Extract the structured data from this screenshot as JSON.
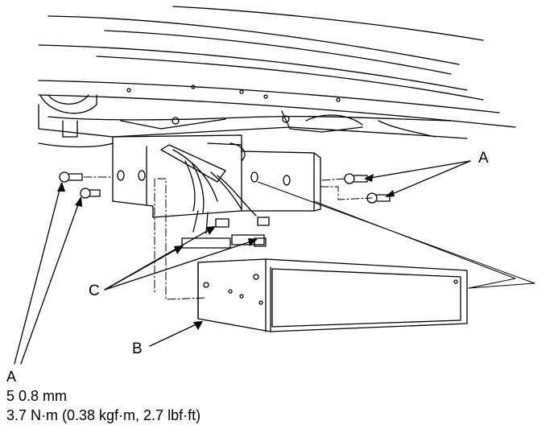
{
  "callouts": {
    "a_right": "A",
    "b": "B",
    "c": "C"
  },
  "spec": {
    "label": "A",
    "size": "5 0.8 mm",
    "torque": "3.7 N·m (0.38 kgf·m, 2.7 lbf·ft)"
  }
}
